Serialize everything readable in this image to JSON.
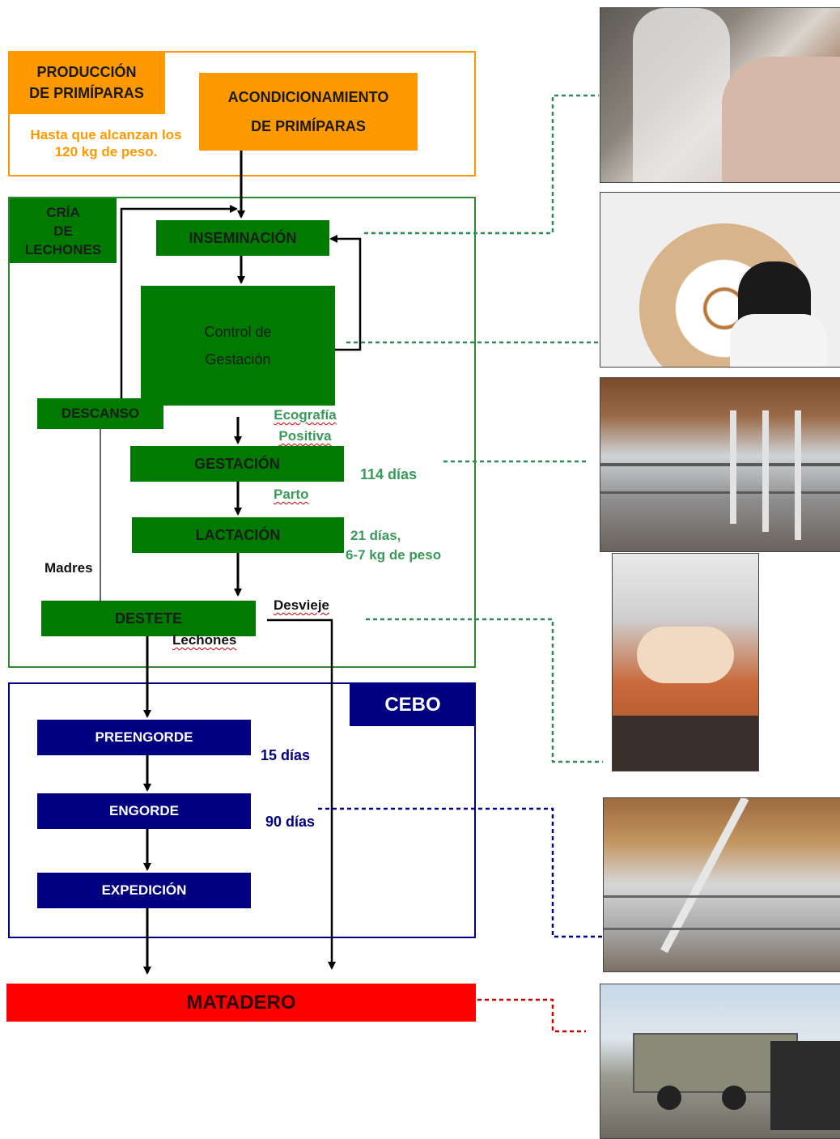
{
  "produccion": {
    "title_line1": "PRODUCCIÓN",
    "title_line2": "DE PRIMÍPARAS",
    "note_line1": "Hasta que alcanzan los",
    "note_line2": "120 kg de peso."
  },
  "acondicionamiento": {
    "line1": "ACONDICIONAMIENTO",
    "line2": "DE PRIMÍPARAS"
  },
  "cria": {
    "line1": "CRÍA",
    "line2": "DE",
    "line3": "LECHONES",
    "inseminacion": "INSEMINACIÓN",
    "control_line1": "Control de",
    "control_line2": "Gestación",
    "descanso": "DESCANSO",
    "ecografia_line1": "Ecografía",
    "ecografia_line2": "Positiva",
    "gestacion": "GESTACIÓN",
    "gestacion_days": "114 días",
    "parto": "Parto",
    "lactacion": "LACTACIÓN",
    "lactacion_note_line1": "21 días,",
    "lactacion_note_line2": "6-7 kg de peso",
    "madres": "Madres",
    "destete": "DESTETE",
    "desvieje": "Desvieje",
    "lechones": "Lechones"
  },
  "cebo": {
    "title": "CEBO",
    "preengorde": "PREENGORDE",
    "preengorde_days": "15 días",
    "engorde": "ENGORDE",
    "engorde_days": "90 días",
    "expedicion": "EXPEDICIÓN"
  },
  "matadero": "MATADERO",
  "colors": {
    "orange": "#ff9900",
    "green": "#007a00",
    "navy": "#000080",
    "red": "#ff0000",
    "dotted_green": "#2e8b57",
    "dotted_navy": "#000080",
    "dotted_red": "#cc0000"
  },
  "photos": [
    {
      "name": "insemination-photo"
    },
    {
      "name": "gestation-calendar-photo"
    },
    {
      "name": "gestation-barn-photo"
    },
    {
      "name": "farrowing-crate-photo"
    },
    {
      "name": "fattening-barn-photo"
    },
    {
      "name": "livestock-truck-photo"
    }
  ]
}
